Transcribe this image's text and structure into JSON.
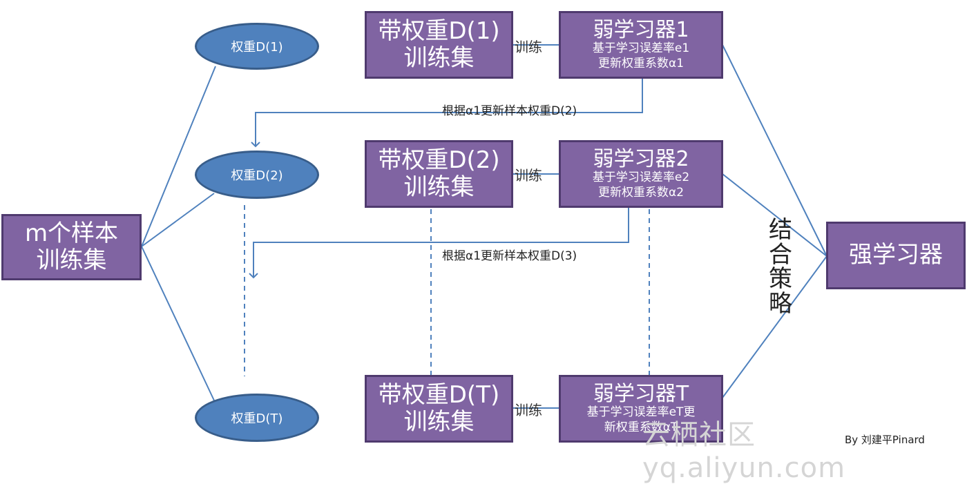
{
  "source": {
    "line1": "m个样本",
    "line2": "训练集"
  },
  "weights": [
    {
      "label": "权重D(1)"
    },
    {
      "label": "权重D(2)"
    },
    {
      "label": "权重D(T)"
    }
  ],
  "training_sets": [
    {
      "line1": "带权重D(1)",
      "line2": "训练集"
    },
    {
      "line1": "带权重D(2)",
      "line2": "训练集"
    },
    {
      "line1": "带权重D(T)",
      "line2": "训练集"
    }
  ],
  "train_label": "训练",
  "learners": [
    {
      "title": "弱学习器1",
      "sub1": "基于学习误差率e1",
      "sub2": "更新权重系数α1"
    },
    {
      "title": "弱学习器2",
      "sub1": "基于学习误差率e2",
      "sub2": "更新权重系数α2"
    },
    {
      "title": "弱学习器T",
      "sub1": "基于学习误差率eT更",
      "sub2": "新权重系数αT"
    }
  ],
  "update_labels": [
    "根据α1更新样本权重D(2)",
    "根据α1更新样本权重D(3)"
  ],
  "combine": [
    "结",
    "合",
    "策",
    "略"
  ],
  "strong": "强学习器",
  "credit": "By 刘建平Pinard",
  "watermark": "云栖社区 yq.aliyun.com",
  "colors": {
    "box_fill": "#8064a2",
    "ellipse_fill": "#4f81bd",
    "line": "#4f81bd"
  }
}
